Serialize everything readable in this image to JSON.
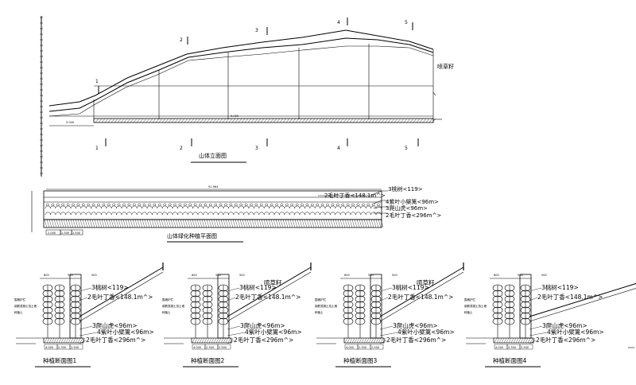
{
  "elevation": {
    "title": "山体立面图",
    "spray_label": "喷草籽",
    "section_marks": [
      "1",
      "2",
      "3",
      "4",
      "5"
    ],
    "ground_dim": "3.000",
    "base_dim": "5.000"
  },
  "plan": {
    "title": "山体绿化种植平面图",
    "total_dim": "91.964",
    "bottom_dims": [
      "2.000",
      "2.300",
      "2.500"
    ],
    "labels": [
      "3桃树<119>",
      "2毛叶丁香<148.1m^>",
      "4紫叶小檗篱<96m>",
      "3爬山虎<96m>",
      "2毛叶丁香<296m^>"
    ]
  },
  "sections": [
    {
      "title": "种植断面图1",
      "top_dims": [
        "800",
        "500",
        "500"
      ],
      "labels": [
        "3桃树<119>",
        "2毛叶丁香<148.1m^>",
        "3爬山虎<96m>",
        "4紫叶小檗篱<96m>",
        "2毛叶丁香<296m^>"
      ],
      "side_labels": [
        "围墙护栏",
        "钢筋混凝土挡土墙",
        "种植土"
      ],
      "bottom_dims": [
        "4.000",
        "2.300",
        "2.500"
      ]
    },
    {
      "title": "种植断面图2",
      "top_dims": [
        "600",
        "500",
        "500"
      ],
      "labels": [
        "3桃树<119>",
        "2毛叶丁香<148.1m^>",
        "3爬山虎<96m>",
        "4紫叶小檗篱<96m>",
        "2毛叶丁香<296m^>"
      ],
      "side_labels": [
        "围墙护栏",
        "钢筋混凝土挡土墙",
        "种植土"
      ],
      "spray_label": "喷草籽",
      "bottom_dims": [
        "4.000",
        "2.300",
        "2.500"
      ]
    },
    {
      "title": "种植断面图3",
      "top_dims": [
        "600",
        "500",
        "500"
      ],
      "labels": [
        "3桃树<119>",
        "2毛叶丁香<148.1m^>",
        "3爬山虎<96m>",
        "4紫叶小檗篱<96m>",
        "2毛叶丁香<296m^>"
      ],
      "side_labels": [
        "围墙护栏",
        "钢筋混凝土挡土墙",
        "种植土"
      ],
      "spray_label": "喷草籽",
      "bottom_dims": [
        "4.000",
        "2.300",
        "2.500"
      ]
    },
    {
      "title": "种植断面图4",
      "top_dims": [
        "600",
        "500",
        "500"
      ],
      "labels": [
        "3桃树<119>",
        "2毛叶丁香<148.1m^>",
        "3爬山虎<96m>",
        "4紫叶小檗篱<96m>",
        "2毛叶丁香<296m^>"
      ],
      "side_labels": [
        "围墙护栏",
        "钢筋混凝土挡土墙",
        "种植土"
      ],
      "bottom_dims": [
        "4.000",
        "2.300",
        "2.500"
      ]
    }
  ]
}
